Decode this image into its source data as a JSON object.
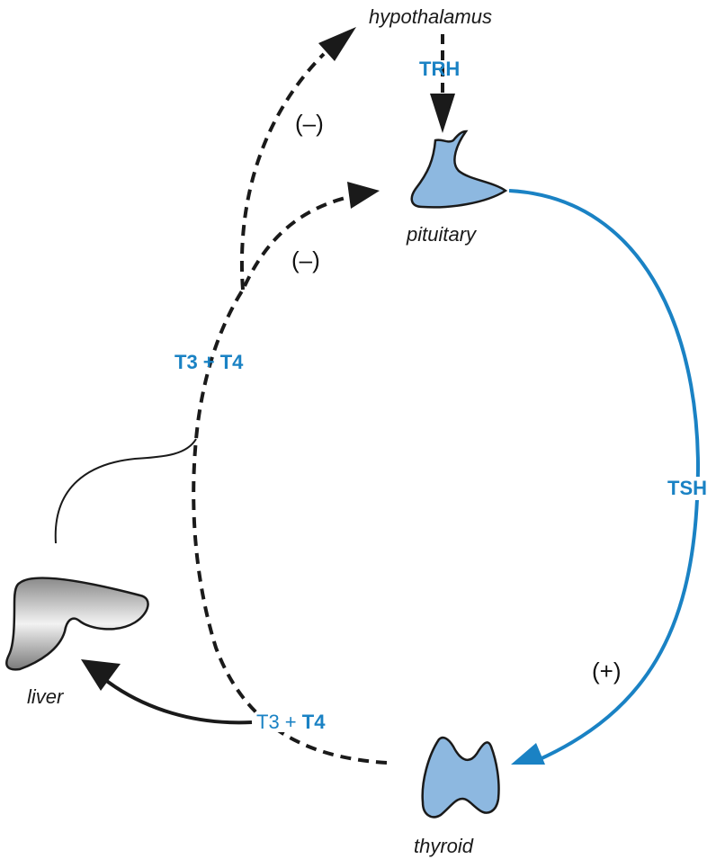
{
  "colors": {
    "accent": "#1a82c4",
    "arrow": "#1a1a1a",
    "gland_fill": "#8db8e0",
    "liver_fill_dark": "#8a8a8a",
    "liver_fill_light": "#f2f2f2"
  },
  "labels": {
    "hypothalamus": "hypothalamus",
    "pituitary": "pituitary",
    "liver": "liver",
    "thyroid": "thyroid"
  },
  "hormones": {
    "trh": "TRH",
    "tsh": "TSH",
    "t3_t4_feedback": "T3 + T4",
    "t3_t4_output": {
      "t3": "T3",
      "plus": " + ",
      "t4": "T4"
    }
  },
  "signs": {
    "negative_hypothalamus": "(–)",
    "negative_pituitary": "(–)",
    "positive_thyroid": "(+)"
  }
}
